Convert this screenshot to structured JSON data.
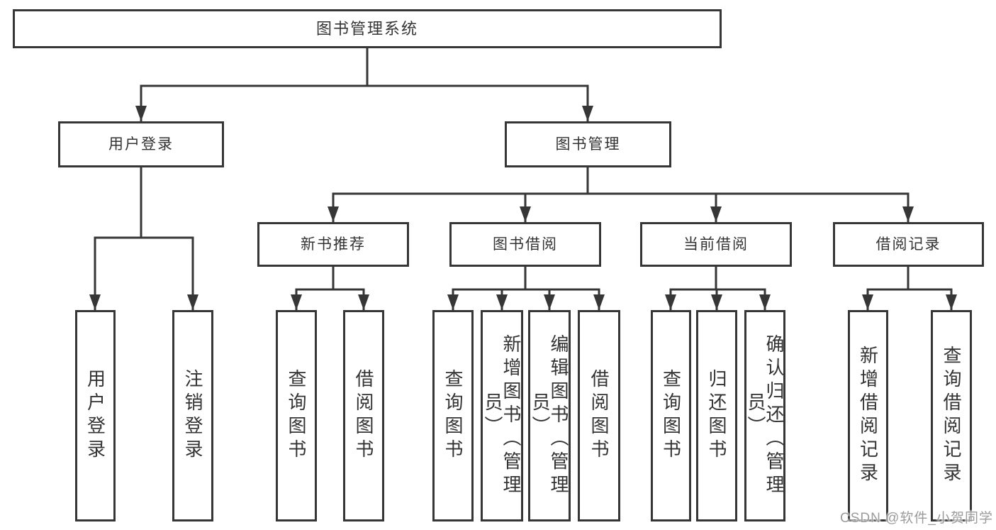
{
  "diagram": {
    "type": "function-structure-tree",
    "levels": 4
  },
  "nodes": {
    "root": {
      "label": "图书管理系统"
    },
    "user_login": {
      "label": "用户登录"
    },
    "book_mgmt": {
      "label": "图书管理"
    },
    "login_user": {
      "label": "用户登录"
    },
    "login_logout": {
      "label": "注销登录"
    },
    "new_book_rec": {
      "label": "新书推荐"
    },
    "book_borrow": {
      "label": "图书借阅"
    },
    "current_borrow": {
      "label": "当前借阅"
    },
    "borrow_records": {
      "label": "借阅记录"
    },
    "rec_query": {
      "label": "查询图书"
    },
    "rec_borrow": {
      "label": "借阅图书"
    },
    "bb_query": {
      "label": "查询图书"
    },
    "bb_add": {
      "label": "新增图书（管理员）"
    },
    "bb_edit": {
      "label": "编辑图书（管理员）"
    },
    "bb_borrow": {
      "label": "借阅图书"
    },
    "cb_query": {
      "label": "查询图书"
    },
    "cb_return": {
      "label": "归还图书"
    },
    "cb_confirm": {
      "label": "确认归还（管理员）"
    },
    "br_add": {
      "label": "新增借阅记录"
    },
    "br_query": {
      "label": "查询借阅记录"
    }
  },
  "watermark": {
    "text": "CSDN @软件_小贺同学"
  },
  "colors": {
    "line": "#363636",
    "text": "#333333",
    "box_background": "#ffffff",
    "watermark": "#9b9b9b"
  }
}
